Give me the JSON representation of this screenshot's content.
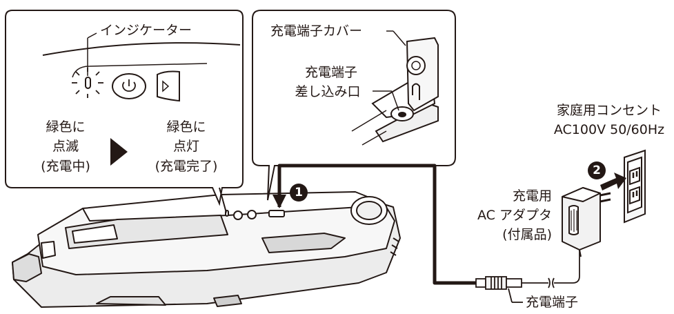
{
  "callout_left": {
    "indicator_label": "インジケーター",
    "state_blink": [
      "緑色に",
      "点滅",
      "(充電中)"
    ],
    "state_lit": [
      "緑色に",
      "点灯",
      "(充電完了)"
    ]
  },
  "callout_right": {
    "cover_label": "充電端子カバー",
    "port_label": [
      "充電端子",
      "差し込み口"
    ]
  },
  "outlet": {
    "label": [
      "家庭用コンセント",
      "AC100V 50/60Hz"
    ]
  },
  "adapter": {
    "label": [
      "充電用",
      "AC アダプタ",
      "(付属品)"
    ]
  },
  "plug": {
    "label": "充電端子"
  },
  "steps": [
    "1",
    "2"
  ],
  "colors": {
    "line": "#231815",
    "fill_light": "#f2f2f2",
    "fill_mid": "#dcdcdc",
    "indicator_glow": "#231815"
  }
}
